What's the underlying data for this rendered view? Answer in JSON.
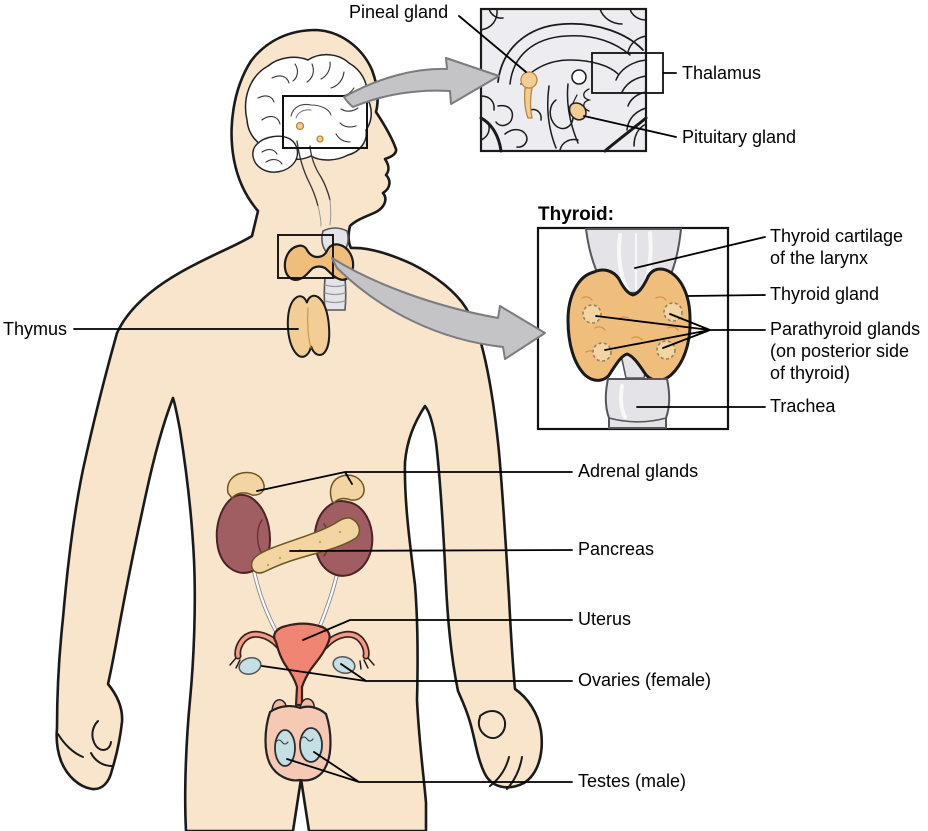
{
  "figure": {
    "type": "anatomical-diagram",
    "subject": "Human endocrine system with brain and thyroid insets"
  },
  "colors": {
    "skin": "#F9E4CC",
    "outline": "#1A1A1A",
    "thyroid_orange": "#EFBE7D",
    "gland_tan": "#F2D5A2",
    "thymus_tan": "#F2CD95",
    "pineal_tan": "#F2CE96",
    "kidney_red": "#A05E63",
    "uterus_coral": "#F08574",
    "gonad_blue": "#C5E0E5",
    "scrotum_pink": "#F5C9B4",
    "inset_bg": "#EDEDF1",
    "cartilage_gray": "#E4E4E8",
    "arrow_gray": "#C4C4C6",
    "arrow_edge": "#7C7C80"
  },
  "labels": {
    "pineal_gland": "Pineal gland",
    "thalamus": "Thalamus",
    "pituitary_gland": "Pituitary gland",
    "thymus": "Thymus",
    "adrenal_glands": "Adrenal glands",
    "pancreas": "Pancreas",
    "uterus": "Uterus",
    "ovaries": "Ovaries (female)",
    "testes": "Testes (male)"
  },
  "thyroid_inset": {
    "title": "Thyroid:",
    "labels": {
      "cartilage": [
        "Thyroid cartilage",
        "of the larynx"
      ],
      "gland": "Thyroid gland",
      "parathyroid": [
        "Parathyroid glands",
        "(on posterior side",
        "of thyroid)"
      ],
      "trachea": "Trachea"
    }
  }
}
